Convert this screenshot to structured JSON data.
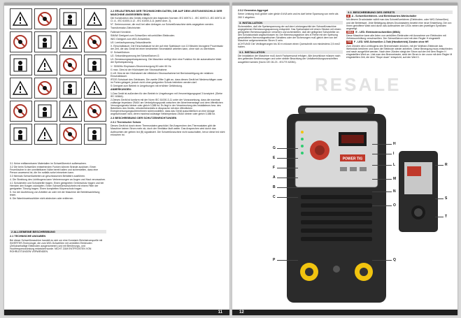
{
  "left_page": {
    "number": "11",
    "warnings": [
      "3.1 Keine entflammbaren Materialien im Schweißbereich aufbewahren.",
      "3.2 Die beim Schweißen entstehenden Funken können Brände auslösen. Einen Feuerlöscher in der unmittelbaren Nähe bereit halten und sicherstellen, dass eine Person anwesend ist, die ihn notfalls sofort einsetzen kann.",
      "3.3 Niemals Schweißarbeiten an geschlossenen Behältern ausführen.",
      "4. Die Strahlung des Lichtbogens kann Verbrennungen an Augen und Haut verursachen.",
      "4.1 Schutzhelm und Schutzbrille tragen. Einen geeigneten Gehörschutz tragen und bei Hemden den Kragen zuknöpfen. Einen Schweißerschutzhelm mit einem Filter der geeigneten Tönung tragen. Einen kompletten Körperschutz tragen.",
      "5. Vor der Ausführung von Arbeiten an oder mit der Maschine die Betriebsanleitung lesen.",
      "6. Die Warnhinweisschilder nicht abdecken oder entfernen."
    ],
    "section2_title": "2 ALLGEMEINE BESCHREIBUNG",
    "section21_title": "2.1 TECHNISCHE ANGABEN",
    "section21_text": "Bei dieser Schweißmaschine handelt es sich um eine Konstant-Gleichstromquelle mit INVERTER-Technologie, die zum WIG-Schweißen mit umhüllten Elektroden (Zellulosehaltige Elektroden ausgenommen) und mit Berührungs- und Hochfrequenzzündung entwickelt wurde. NICHT ZUM ENTFROSTEN VON ROHRLEITUNGEN VERWENDEN.",
    "section22_title": "2.2 ERLÄUTERUNG DER TECHNISCHEN DATEN, DIE AUF DEM LEISTUNGSSCHILD DER MASCHINE ANGEGEBEN SIND.",
    "section22_intro": "Die Konstruktion des Geräts entspricht den folgenden Normen: IEC 60974.1 - IEC 60974.3 -IEC 60974.10 CI. A - IEC 61000-3-12 - IEC 61000-3-11 (siehe Anm. 2).",
    "defs": [
      "N°. Seriennummer, die muß bei allen Anfragen zur Schweißmaschine stets angegeben werden.",
      "Transformator-Gleichrichter.",
      "Fallende Kennlinie.",
      "SMAW Geeignet zum Schweißen mit umhüllten Elektroden.",
      "WIG Geeignet zum WIG-Schweißen.",
      "U0. Leerlaufspannung Sekundärseite.",
      "X. Einschaltdauer. Die Einschaltdauer ist der auf eine Spieldauer von 10 Minuten bezogene Prozentsatz der Zeit, die das Gerät bei einer bestimmten Stromstärke arbeiten kann, ohne sich zu überhitzen.",
      "I2. Schweißstrom.",
      "U2. Sekundärspannung bei Schweißstrom I2.",
      "U1. Bemessungsspeisespannung. Die Maschine verfügt über eine Funktion für die automatische Wahl der Speisespannung.",
      "1~ 50/60Hz Einphasen-Stromversorgung 50 oder 60 Hz.",
      "I1 max. Dies ist der Höchstwert der Stromaufnahme.",
      "I1 eff. Dies ist der Höchstwert der effektiven Stromaufnahme bei Berücksichtigung der relativen Einschaltdauer.",
      "IP23S Schutzart des Gehäuses. Die zweite Ziffer 3 gibt an, dass dieses Gerät bei Niederschlägen zwar im Freien gelagert, jedoch nicht ohne geeigneten Schutz betrieben werden darf.",
      "S Geeignet zum Betrieb in Umgebungen mit erhöhter Gefährdung."
    ],
    "notes_title": "ANMERKUNGEN:",
    "notes": [
      "1-Das Gerät ist außerdem für den Betrieb in Umgebungen mit Verunreinigungsgrad 3 konzipiert. (Siehe IEC 60664).",
      "2-Dieses Gerät ist konform mit der Norm IEC 61000-3-11 unter der Voraussetzung, dass die maximal zulässige Impedanz ZMAX am Verknüpfungspunkt zwischen der Abnehmeranlage und dem öffentlichen Versorgungsnetz kleiner oder gleich 0,388 ist. Es liegt in der Verantwortung des Installateurs bzw. des Betreibers des Geräts, erforderlichenfalls in Absprache mit dem öffentlichen Energieversorgungsunternehmen sicherzustellen, dass das Gerät ausschließlich an eine Anlage angeschlossen wird, deren maximal zulässige Netzimpedanz ZMAX kleiner oder gleich 0,388 ist."
    ],
    "section23_title": "2.3 BESCHREIBUNG DER SCHUTZEINRICHTUNGEN",
    "section231_title": "2.3.1 Thermischer Schutz",
    "section231_text": "Dieses Gerät ist durch einen Thermostaten geschützt. Bei Ansprechen des Thermostaten gibt die Maschine keinen Strom mehr ab, doch der Ventilator läuft weiter. Das Ansprechen wird durch das Aufleuchten der gelben led (B) signalisiert. Die Schweißmaschine nicht ausschalten, bevor diese led nicht erloschen ist."
  },
  "right_page": {
    "number": "12",
    "s232_title": "2.3.2 Generator-Aggregat",
    "s232_text": "Seine Leistung muß größer oder gleich 6 kVA sein und es darf keine Spannung von mehr als 260 V abgeben.",
    "s3_title": "3. INSTALLATION",
    "s3_text": "Sicherstellen, daß die Speisespannung der auf dem Leistungsschild der Schweißmaschine angegebenen Bemessungsspannung entspricht. Das Speisekabel mit einem Stecker mit einem geeigneten Bemessungsstrom versehen und sicherstellen, daß der gelbgrüne Schutzleiter an den Schutzkontakt angeschlossen ist. Der Bemessungsstrom des in Reihe mit der Speisung geschalteten thermomagnetischen Schalters oder der Sicherungen muß gleich dem von der Maschine aufgenommenen Strom I1 sein.",
    "s3_note": "ACHTUNG! Die Verlängerungen bis 30 m müssen einen Querschnitt von mindestens 2,5 mm2 haben.",
    "s31_title": "3.1. INSTALLATION",
    "s31_text": "Die Installation der Maschine muß durch Fachpersonal erfolgen. Alle Anschlüsse müssen nach den geltenden Bestimmungen und unter strikter Beachtung der Unfallverhütungsvorschriften ausgeführt werden (Norm CEI 26-23 - IEC/TS 62081).",
    "s32_title": "3.2. BESCHREIBUNG DES GERÄTS",
    "a_label": "A",
    "a_title": "A - Schweißverfahren- und Betriebsarten-Wahlschalter",
    "a_text": "Mit diesem Druckstaster wählt man das Schweißverfahren (Elektroden- oder WIG-Schweißen) und die Betriebsart. Jede Betätigung dieses Druckstasters bewirkt eine neue Einstellung. Die von Ihnen getroffene Wahl wird durch das Aufleuchten der LEDs neben den jeweiligen Symbolen angezeigt.",
    "e_label": "MMA",
    "e_title": "E - LED. Elektrodenschweißen (MMA)",
    "e_text": "Diese Maschine kann alle Arten von umhüllten Elektroden mit Ausnahme von Elektroden mit Zellulosumhüllung verschweißen. Der Schweißstrom wird mit dem Regler H eingestellt",
    "f_label": "TIG",
    "f_title": "F - LED. WIG-Schweißen 2-Takt (Handbetrieb) Zünden ohne HF.",
    "f_text": "Zum Zünden des Lichtbogens den Brennertaster drücken, mit der Wolfram-Elektrode das Werkstück berühren und dann die Elektrode wieder anheben. Diese Bewegung muss entschieden und rasch ausgeführt werden. Nach dem Zünden steigt der Strom auf den mit dem Regler H eingestellten Wert an. Löst man den Brennertaster, sinkt der Strom in der zuvor mit dem Regler M eingestellten Zeit, die dem \"Slope down\" entspricht, auf den Wert 0.",
    "watermark": "RESALE",
    "panel_label": "POWER TIG",
    "callouts_left": [
      "G",
      "E",
      "F",
      "A",
      "B",
      "C",
      "P"
    ],
    "callouts_right": [
      "H",
      "I",
      "L",
      "M",
      "N",
      "O",
      "Q"
    ],
    "callouts_far": [
      "R",
      "S",
      "T"
    ]
  },
  "colors": {
    "warning_red": "#b03a2e",
    "machine_body": "#2b2b2b",
    "panel_red": "#c0392b",
    "header_grey": "#e6e6e6"
  }
}
